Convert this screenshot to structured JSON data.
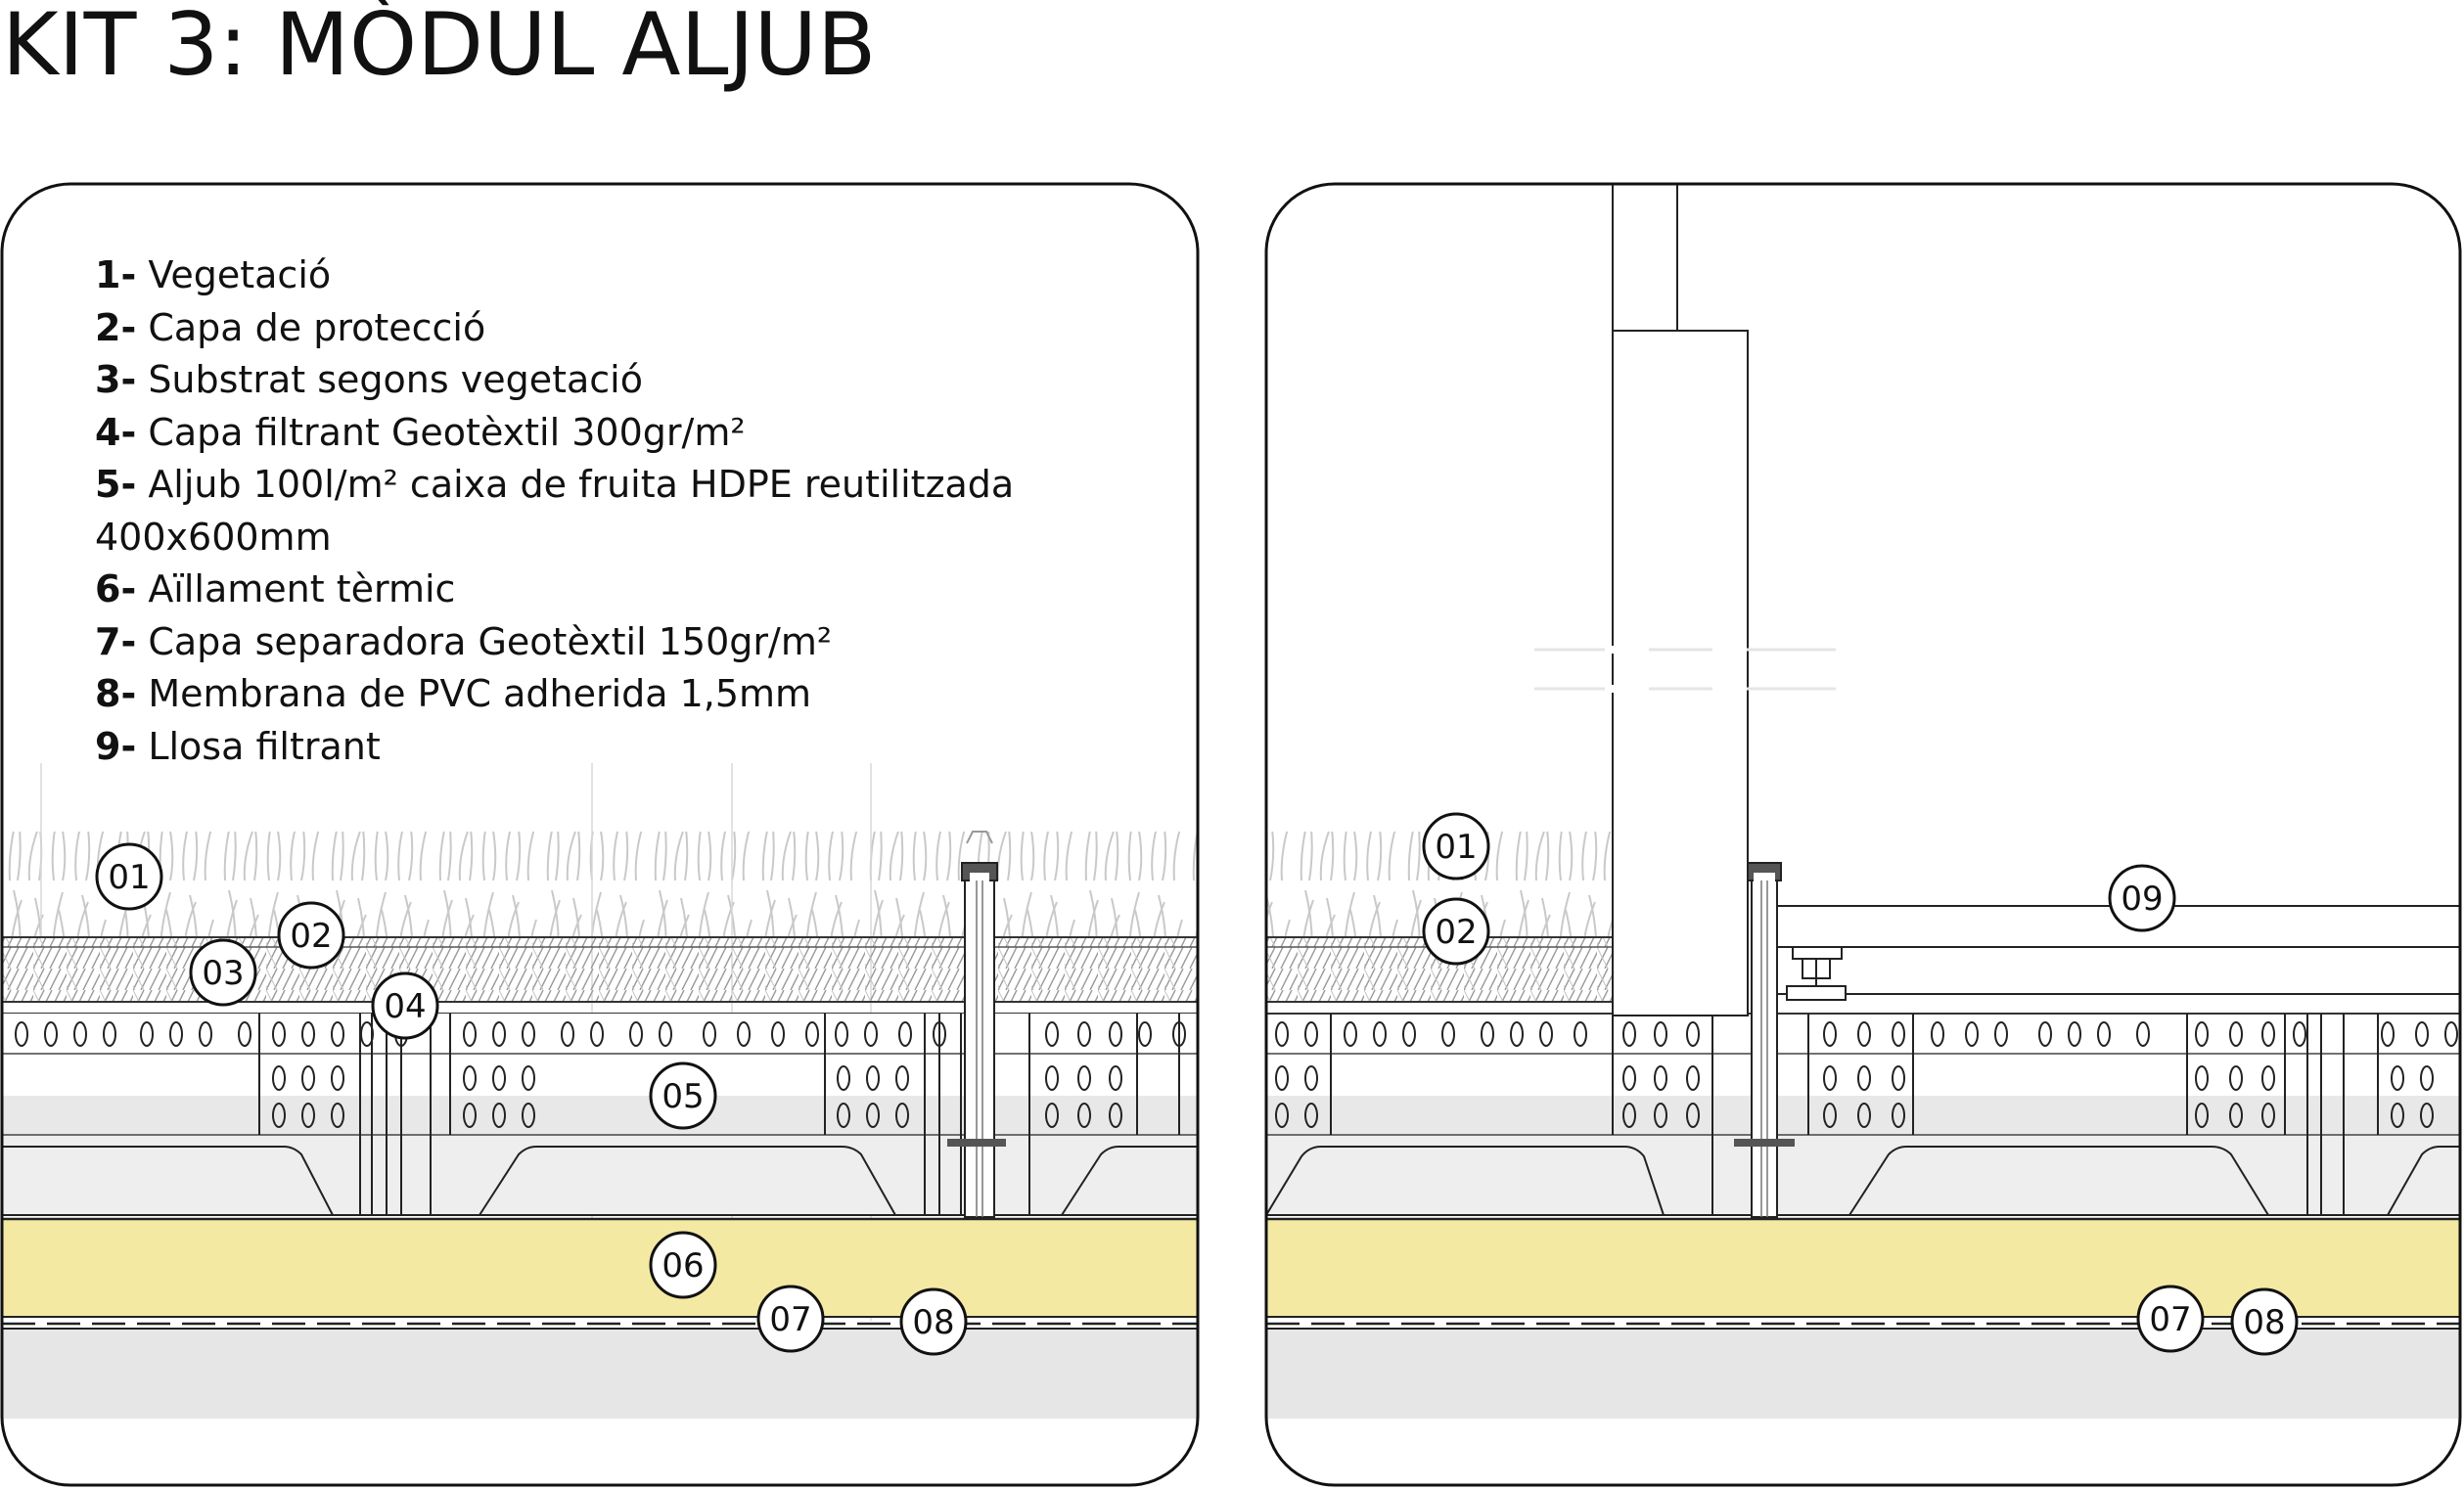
{
  "title": "KIT 3: MÒDUL ALJUB",
  "legend": [
    {
      "num": "1-",
      "text": "Vegetació"
    },
    {
      "num": "2-",
      "text": "Capa de protecció"
    },
    {
      "num": "3-",
      "text": "Substrat segons vegetació"
    },
    {
      "num": "4-",
      "text": "Capa filtrant Geotèxtil 300gr/m²"
    },
    {
      "num": "5-",
      "text": "Aljub 100l/m² caixa de fruita HDPE reutilitzada"
    },
    {
      "num": "",
      "text": "400x600mm"
    },
    {
      "num": "6-",
      "text": "Aïllament tèrmic"
    },
    {
      "num": "7-",
      "text": "Capa separadora Geotèxtil 150gr/m²"
    },
    {
      "num": "8-",
      "text": "Membrana de PVC adherida 1,5mm"
    },
    {
      "num": "9-",
      "text": "Llosa filtrant"
    }
  ],
  "left_callouts": [
    "01",
    "02",
    "03",
    "04",
    "05",
    "06",
    "07",
    "08"
  ],
  "right_callouts": [
    "01",
    "02",
    "09",
    "07",
    "08"
  ],
  "colors": {
    "insulation": "#f4e9a3",
    "concrete": "#e6e6e6",
    "crate": "#ececec",
    "line": "#222222"
  }
}
